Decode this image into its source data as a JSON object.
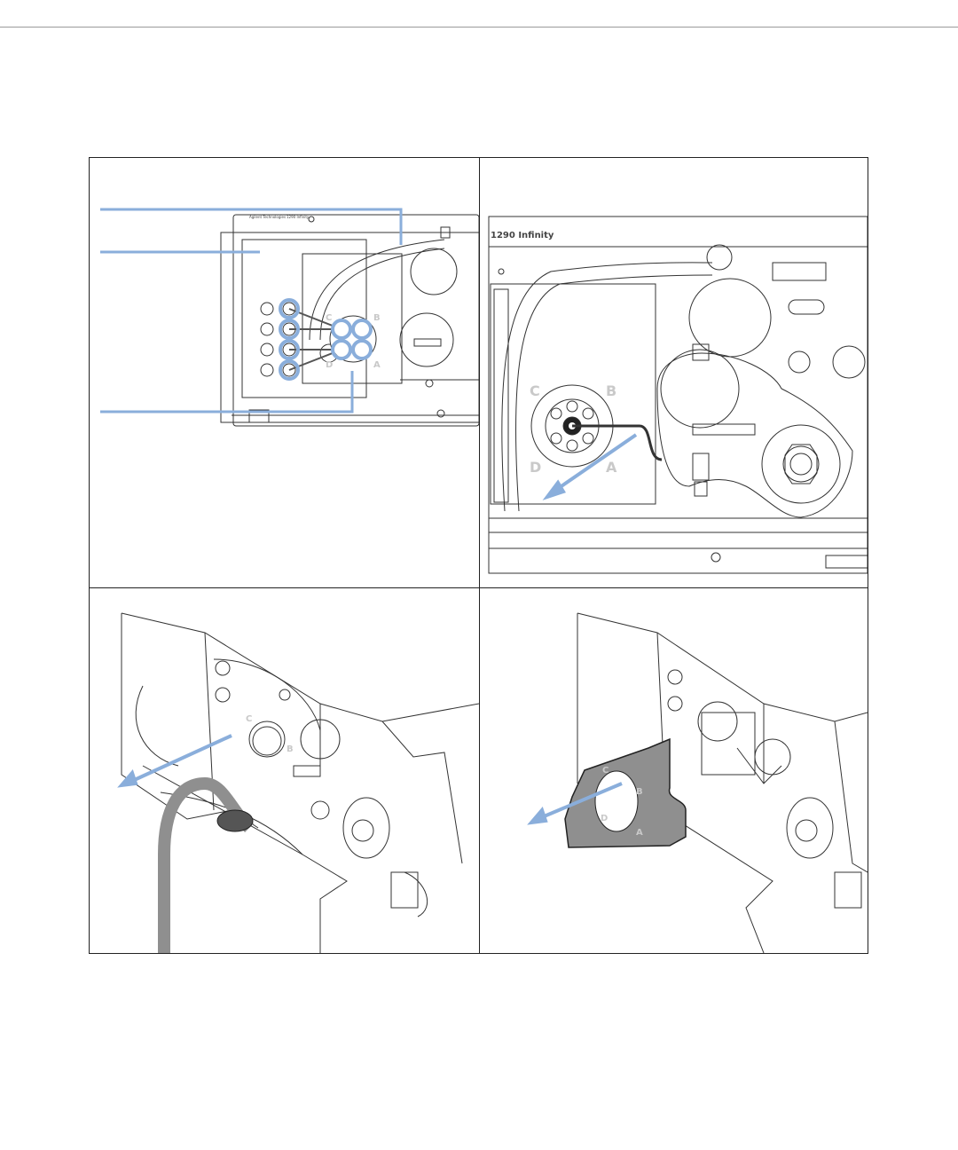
{
  "brand": {
    "vendor_label": "Agilent Technologies",
    "model_label": "1290 Infinity",
    "model_label_large": "1290 Infinity"
  },
  "valve_ports": {
    "a": "A",
    "b": "B",
    "c": "C",
    "d": "D"
  },
  "colors": {
    "callout_blue": "#8aaedb",
    "outline": "#222222",
    "cover_gray": "#8f8f8f"
  }
}
